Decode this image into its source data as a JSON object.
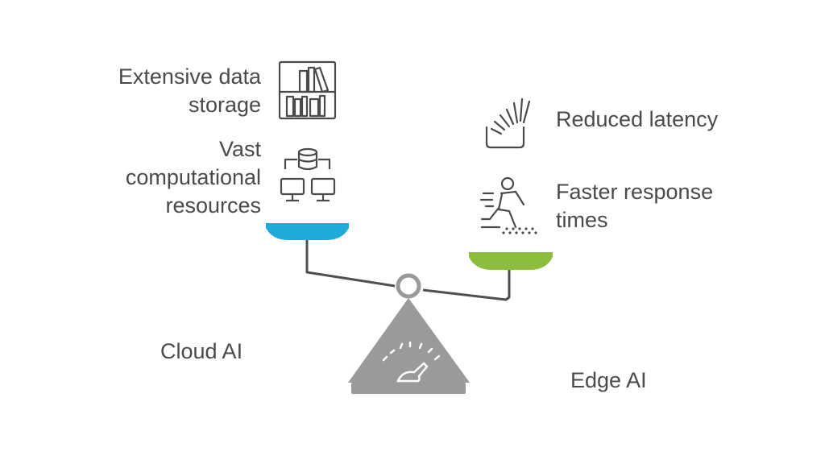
{
  "left_side": {
    "label": "Cloud AI",
    "pan_color": "#1eabd9",
    "items": [
      {
        "lines": [
          "Extensive data",
          "storage"
        ],
        "icon": "bookshelf-icon"
      },
      {
        "lines": [
          "Vast",
          "computational",
          "resources"
        ],
        "icon": "database-network-icon"
      }
    ]
  },
  "right_side": {
    "label": "Edge AI",
    "pan_color": "#8cbd3c",
    "items": [
      {
        "lines": [
          "Reduced latency"
        ],
        "icon": "speed-box-icon"
      },
      {
        "lines": [
          "Faster response",
          "times"
        ],
        "icon": "runner-icon"
      }
    ]
  },
  "scale": {
    "color": "#9a9a9a",
    "beam_color": "#4f4f4f",
    "icon": "speedometer-icon"
  }
}
